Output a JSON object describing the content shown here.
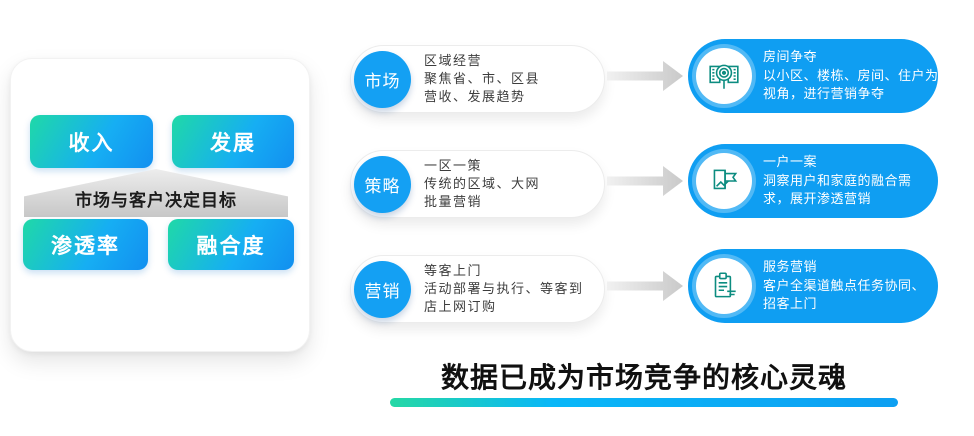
{
  "left_card": {
    "top_buttons": [
      {
        "label": "收入"
      },
      {
        "label": "发展"
      }
    ],
    "banner_label": "市场与客户决定目标",
    "bottom_buttons": [
      {
        "label": "渗透率"
      },
      {
        "label": "融合度"
      }
    ]
  },
  "flow_rows": [
    {
      "tag": "市场",
      "lines": [
        "区域经营",
        "聚焦省、市、区县",
        "营收、发展趋势"
      ],
      "result": {
        "icon": "building-search-icon",
        "lines": [
          "房间争夺",
          "以小区、楼栋、房间、住户为",
          "视角，进行营销争夺"
        ]
      }
    },
    {
      "tag": "策略",
      "lines": [
        "一区一策",
        "传统的区域、大网",
        "批量营销"
      ],
      "result": {
        "icon": "flag-document-icon",
        "lines": [
          "一户一案",
          "洞察用户和家庭的融合需",
          "求，展开渗透营销"
        ]
      }
    },
    {
      "tag": "营销",
      "lines": [
        "等客上门",
        "活动部署与执行、等客到",
        "店上网订购"
      ],
      "result": {
        "icon": "clipboard-list-icon",
        "lines": [
          "服务营销",
          "客户全渠道触点任务协同、",
          "招客上门"
        ]
      }
    }
  ],
  "headline": {
    "text": "数据已成为市场竞争的核心灵魂"
  },
  "colors": {
    "accent_blue": "#0f9ef2",
    "tag_blue": "#14a0f3",
    "button_gradient_start": "#1fd9a7",
    "button_gradient_end": "#128ff0",
    "underline_gradient_start": "#25d8a5",
    "underline_gradient_end": "#0d9ff2",
    "banner_gray": "#c7c7c7",
    "icon_teal": "#0c8c80"
  }
}
